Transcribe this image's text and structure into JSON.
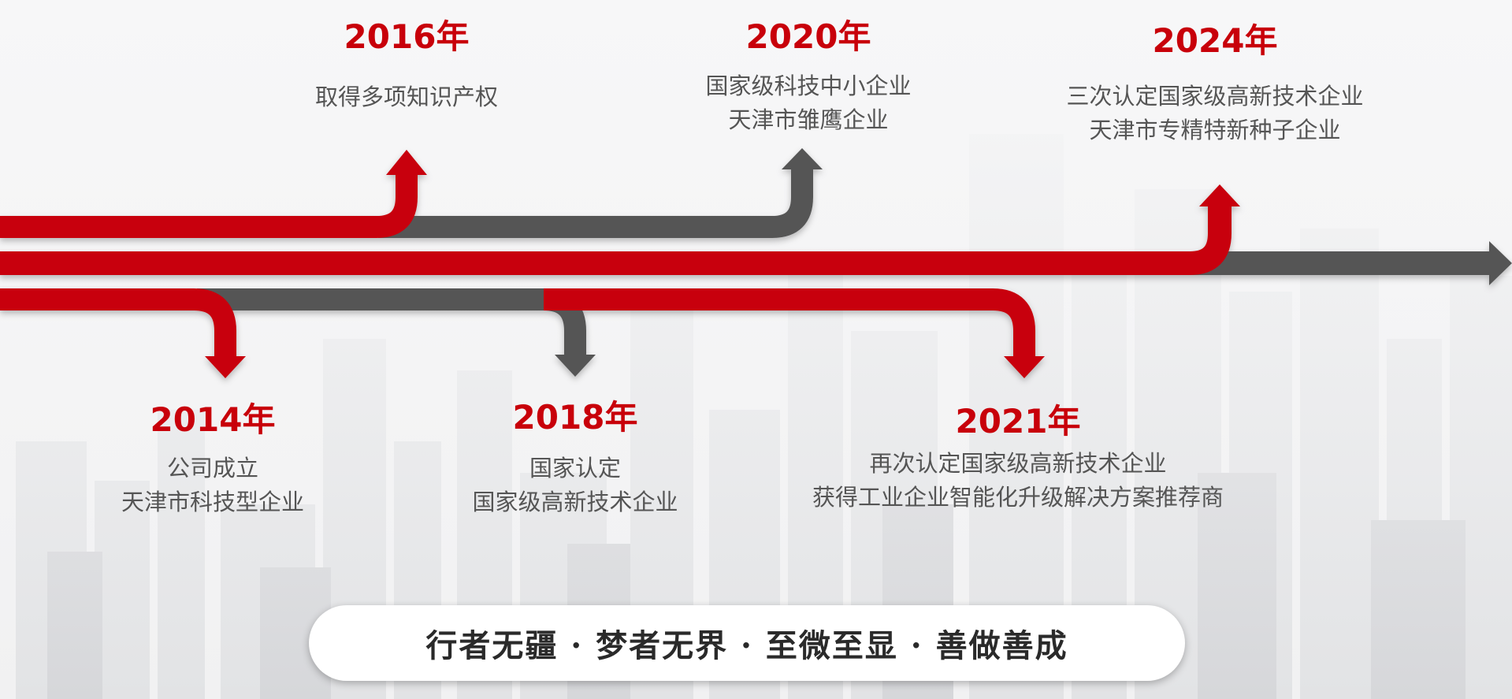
{
  "colors": {
    "red": "#c8000a",
    "gray": "#555555",
    "text": "#555555",
    "slogan": "#2a2a2a"
  },
  "milestones": [
    {
      "id": "m2014",
      "year": "2014年",
      "lines": [
        "公司成立",
        "天津市科技型企业"
      ]
    },
    {
      "id": "m2016",
      "year": "2016年",
      "lines": [
        "取得多项知识产权"
      ]
    },
    {
      "id": "m2018",
      "year": "2018年",
      "lines": [
        "国家认定",
        "国家级高新技术企业"
      ]
    },
    {
      "id": "m2020",
      "year": "2020年",
      "lines": [
        "国家级科技中小企业",
        "天津市雏鹰企业"
      ]
    },
    {
      "id": "m2021",
      "year": "2021年",
      "lines": [
        "再次认定国家级高新技术企业",
        "获得工业企业智能化升级解决方案推荐商"
      ]
    },
    {
      "id": "m2024",
      "year": "2024年",
      "lines": [
        "三次认定国家级高新技术企业",
        "天津市专精特新种子企业"
      ]
    }
  ],
  "slogan": "行者无疆 · 梦者无界 · 至微至显 · 善做善成"
}
